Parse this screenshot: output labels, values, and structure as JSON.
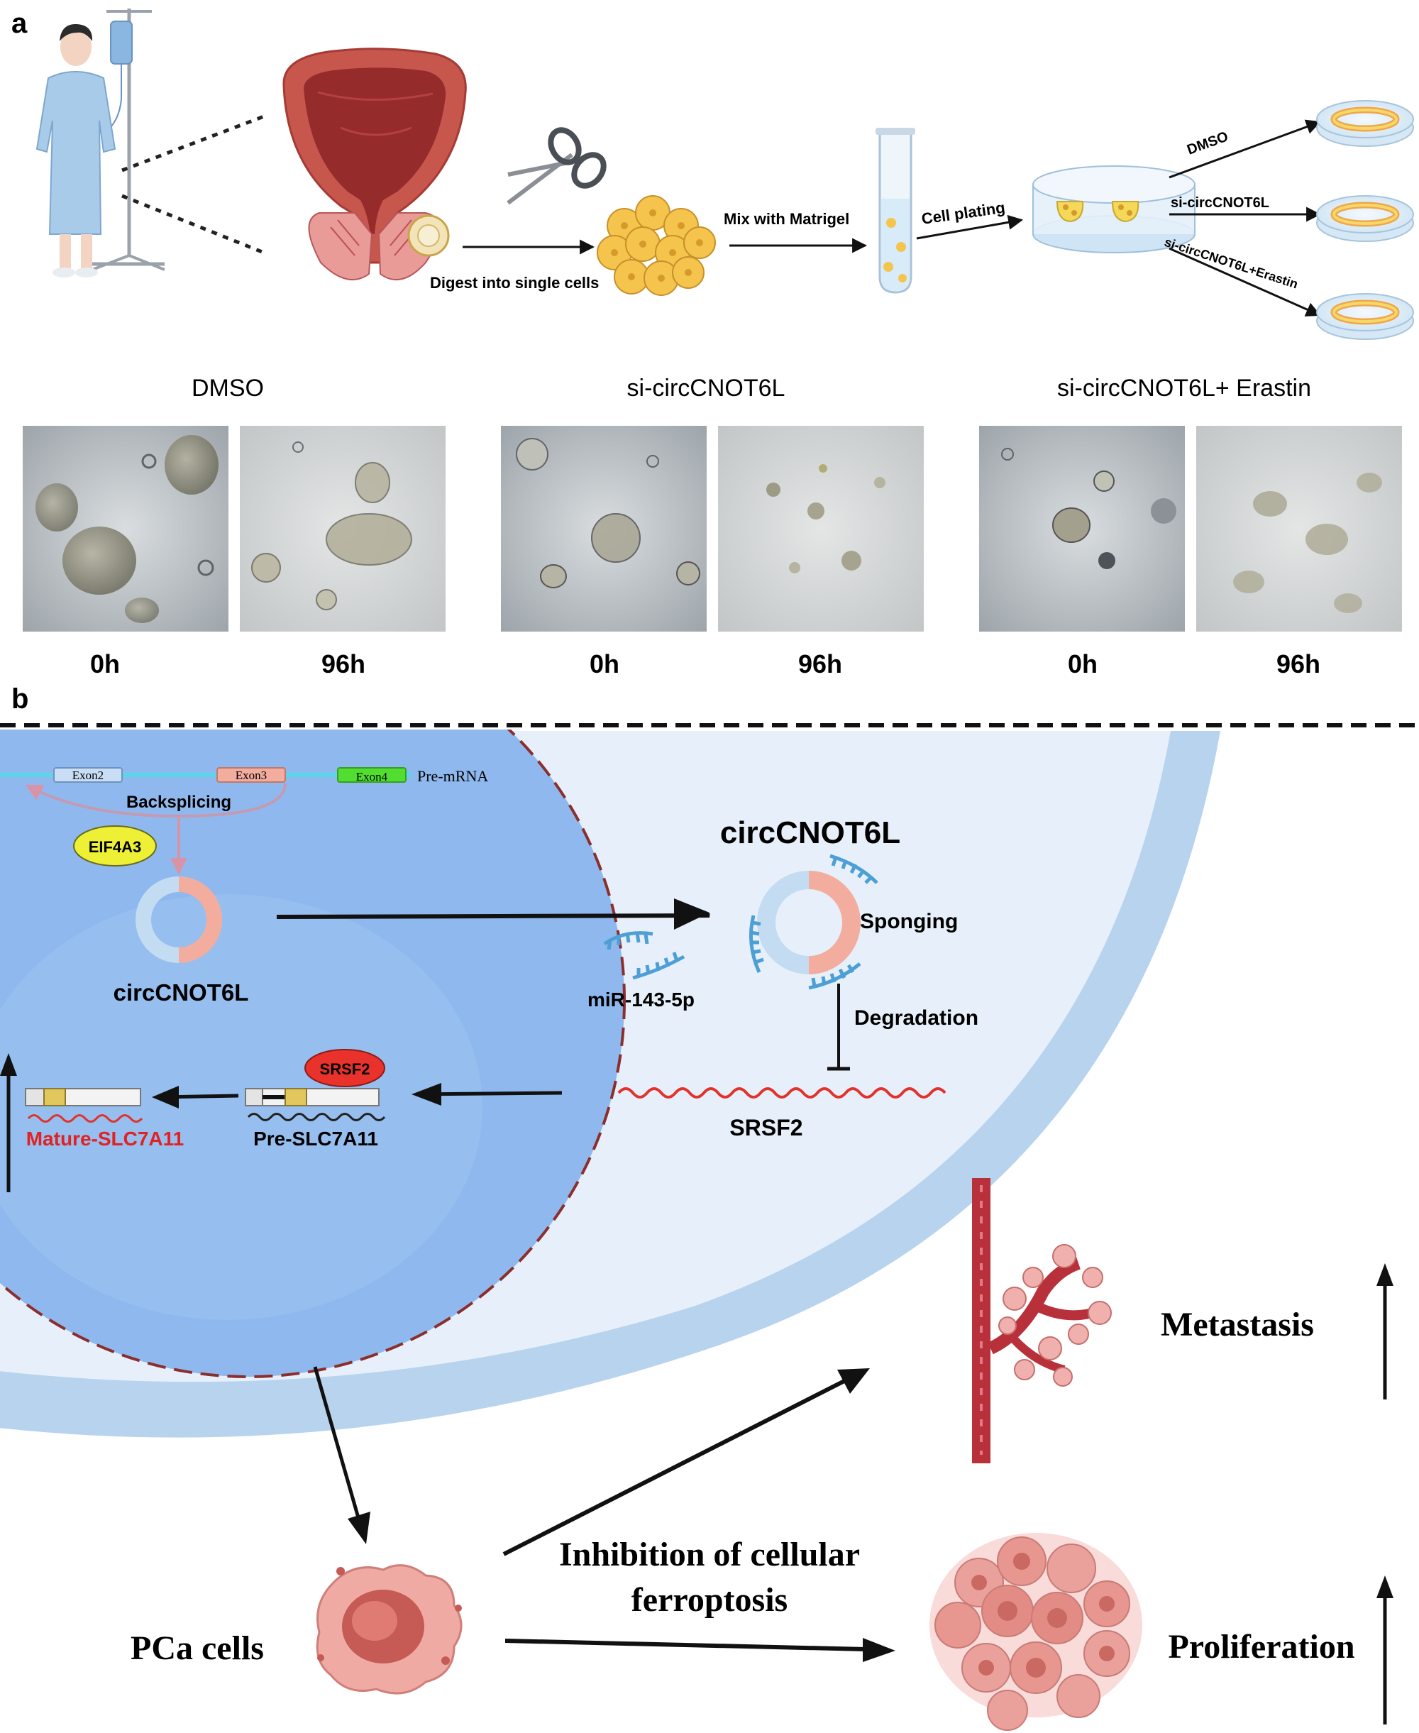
{
  "panel_a": {
    "label": "a",
    "labels": {
      "digest": "Digest into single cells",
      "mix": "Mix with Matrigel",
      "plating": "Cell plating",
      "branch_dmso": "DMSO",
      "branch_si": "si-circCNOT6L",
      "branch_si_erastin": "si-circCNOT6L+Erastin"
    },
    "groups": [
      {
        "title": "DMSO",
        "times": [
          "0h",
          "96h"
        ]
      },
      {
        "title": "si-circCNOT6L",
        "times": [
          "0h",
          "96h"
        ]
      },
      {
        "title": "si-circCNOT6L+ Erastin",
        "times": [
          "0h",
          "96h"
        ]
      }
    ]
  },
  "panel_b": {
    "label": "b",
    "gene": {
      "exon2": "Exon2",
      "exon3": "Exon3",
      "exon4": "Exon4",
      "premrna": "Pre-mRNA",
      "backsplicing": "Backsplicing"
    },
    "eif4a3": "EIF4A3",
    "circ_nucleus": "circCNOT6L",
    "circ_cytoplasm": "circCNOT6L",
    "sponging": "Sponging",
    "mirna": "miR-143-5p",
    "degradation": "Degradation",
    "srsf2_mrna": "SRSF2",
    "srsf2_protein": "SRSF2",
    "pre_slc": "Pre-SLC7A11",
    "mature_slc": "Mature-SLC7A11",
    "metastasis": "Metastasis",
    "inhibition_line1": "Inhibition of cellular",
    "inhibition_line2": "ferroptosis",
    "pca_cells": "PCa cells",
    "proliferation": "Proliferation"
  },
  "colors": {
    "nucleus": "#8fb9ee",
    "cytoplasm": "#e7f0fa",
    "membrane": "#b7d3ee",
    "mirna": "#4d9fd6",
    "circ_blue": "#c3dcf2",
    "circ_pink": "#f2ad9f",
    "red_rna": "#e0332b",
    "mature_label": "#e02222",
    "eif4a3": "#eef035",
    "srsf2_protein": "#e8322b",
    "vessel": "#b8303a",
    "tumor": "#e99d98"
  }
}
